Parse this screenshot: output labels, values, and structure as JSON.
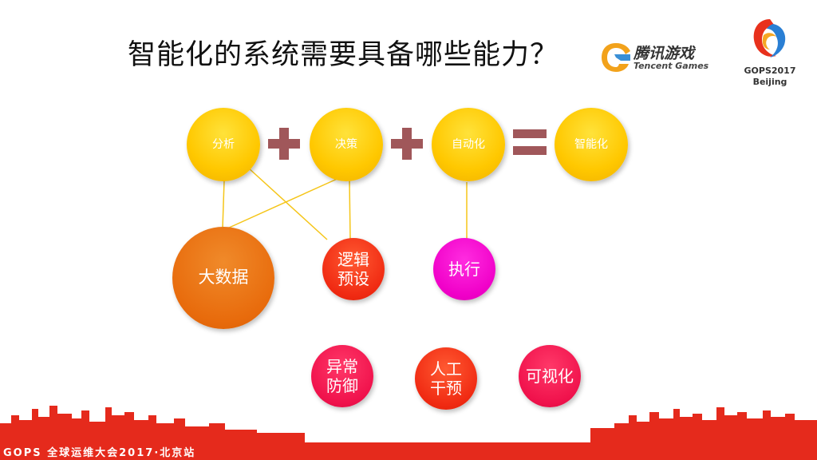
{
  "title": "智能化的系统需要具备哪些能力？",
  "tencent_logo": {
    "cn": "腾讯游戏",
    "en": "Tencent Games"
  },
  "gops_logo": {
    "line1": "GOPS2017",
    "line2": "Beijing"
  },
  "top_row": {
    "analysis": "分析",
    "decision": "决策",
    "automation": "自动化",
    "intelligence": "智能化"
  },
  "middle_row": {
    "bigdata": "大数据",
    "logic": "逻辑\n预设",
    "execute": "执行"
  },
  "bottom_row": {
    "anomaly": "异常\n防御",
    "manual": "人工\n干预",
    "visual": "可视化"
  },
  "footer": "GOPS 全球运维大会2017·北京站",
  "colors": {
    "yellow": "#ffc800",
    "orange": "#e86b0c",
    "red": "#f02a12",
    "magenta": "#f000c8",
    "pinkred": "#f0124c",
    "operator": "#a0575a",
    "connector": "#f5c518",
    "footer": "#e52a1c"
  }
}
